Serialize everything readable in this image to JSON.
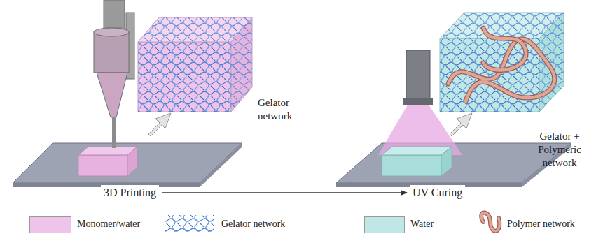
{
  "diagram": {
    "nodes": [
      {
        "text": [
          "3D Printing"
        ]
      },
      {
        "text": [
          "UV Curing"
        ]
      }
    ],
    "edges": [
      {
        "from": 0,
        "to": 1,
        "arrow": "to"
      }
    ],
    "labels": [
      "Gelator network",
      "Gelator + Polymeric network"
    ],
    "legend": [
      {
        "text": "Monomer/water",
        "color": "#efc4ea"
      },
      {
        "text": "Gelator network"
      },
      {
        "text": "Water",
        "color": "#bfe7e5"
      },
      {
        "text": "Polymer network"
      }
    ]
  }
}
